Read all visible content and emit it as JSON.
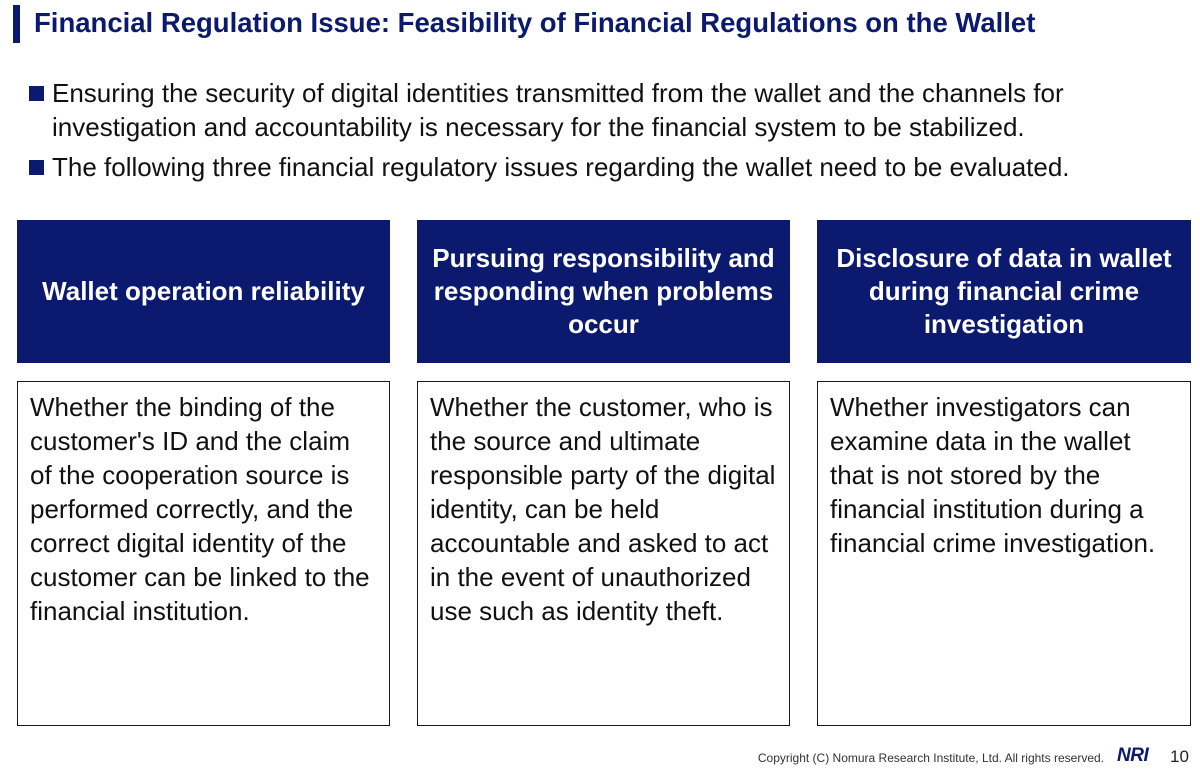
{
  "slide": {
    "title": "Financial Regulation Issue: Feasibility of Financial Regulations on the Wallet",
    "bullets": [
      "Ensuring the security of digital identities transmitted from the wallet and the channels for investigation and accountability is necessary for the financial system to be stabilized.",
      "The following three financial regulatory issues regarding the wallet need to be evaluated."
    ]
  },
  "columns": [
    {
      "header": "Wallet operation reliability",
      "body": "Whether the binding of the customer's ID and the claim of the cooperation source is performed correctly, and the correct digital identity of the customer can be linked to the financial institution."
    },
    {
      "header": "Pursuing responsibility and responding when problems occur",
      "body": "Whether the customer, who is the source and ultimate responsible party of the digital identity, can be held accountable and asked to act in the event of unauthorized use such as identity theft."
    },
    {
      "header": "Disclosure of data in wallet during financial crime investigation",
      "body": "Whether investigators can examine data in the wallet that is not stored by the financial institution during a financial crime investigation."
    }
  ],
  "footer": {
    "copyright": "Copyright (C)  Nomura Research Institute, Ltd. All rights reserved.",
    "logo": "NRI",
    "page_number": "10"
  },
  "colors": {
    "navy": "#0b1a6e",
    "text": "#111111",
    "border": "#1a1a1a"
  }
}
